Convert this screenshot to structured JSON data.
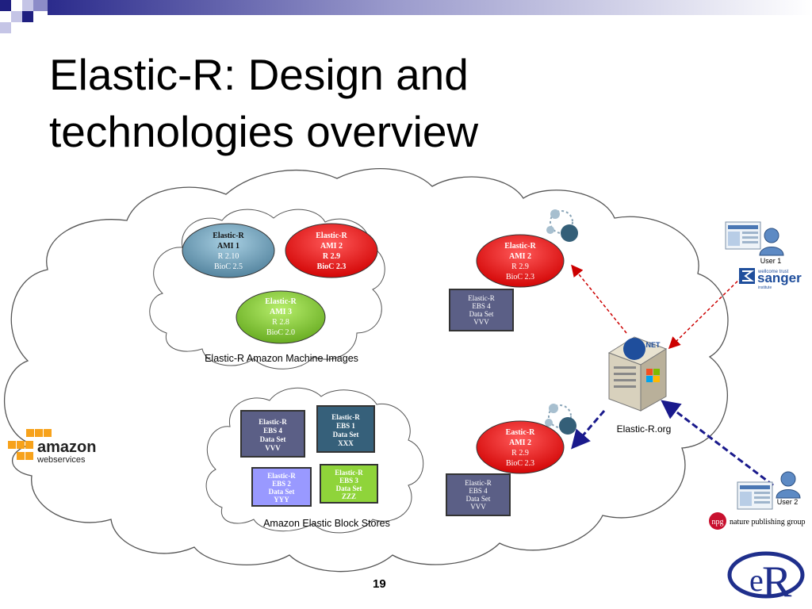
{
  "slide": {
    "title_line1": "Elastic-R: Design and",
    "title_line2": "technologies overview",
    "page_number": "19"
  },
  "ami_group": {
    "label": "Elastic-R Amazon Machine Images",
    "amis": [
      {
        "l1": "Elastic-R",
        "l2": "AMI 1",
        "l3": "R 2.10",
        "l4": "BioC 2.5",
        "color": "#6fa3bd"
      },
      {
        "l1": "Elastic-R",
        "l2": "AMI 2",
        "l3": "R 2.9",
        "l4": "BioC 2.3",
        "color": "#ff1a1a"
      },
      {
        "l1": "Elastic-R",
        "l2": "AMI 3",
        "l3": "R 2.8",
        "l4": "BioC 2.0",
        "color": "#8fd43a"
      }
    ]
  },
  "ebs_group": {
    "label": "Amazon Elastic Block Stores",
    "stores": [
      {
        "l1": "Elastic-R",
        "l2": "EBS 4",
        "l3": "Data Set",
        "l4": "VVV",
        "color": "#5b5f86"
      },
      {
        "l1": "Elastic-R",
        "l2": "EBS 1",
        "l3": "Data Set",
        "l4": "XXX",
        "color": "#36607a"
      },
      {
        "l1": "Elastic-R",
        "l2": "EBS 2",
        "l3": "Data Set",
        "l4": "YYY",
        "color": "#9999ff"
      },
      {
        "l1": "Elastic-R",
        "l2": "EBS 3",
        "l3": "Data Set",
        "l4": "ZZZ",
        "color": "#8fd43a"
      }
    ]
  },
  "instances": [
    {
      "l1": "Elastic-R",
      "l2": "AMI 2",
      "l3": "R 2.9",
      "l4": "BioC 2.3",
      "ebs": {
        "l1": "Elastic-R",
        "l2": "EBS 4",
        "l3": "Data Set",
        "l4": "VVV"
      }
    },
    {
      "l1": "Eastic-R",
      "l2": "AMI 2",
      "l3": "R 2.9",
      "l4": "BioC 2.3",
      "ebs": {
        "l1": "Elastic-R",
        "l2": "EBS 4",
        "l3": "Data Set",
        "l4": "VVV"
      }
    }
  ],
  "server": {
    "label": "Elastic-R.org",
    "badge": ".NET"
  },
  "users": [
    {
      "label": "User 1",
      "org": "sanger",
      "org_small1": "wellcome trust",
      "org_small2": "institute"
    },
    {
      "label": "User 2",
      "org": "nature publishing group",
      "org_prefix": "npg"
    }
  ],
  "amazon_logo": {
    "text1": "amazon",
    "text2": "webservices"
  },
  "er_logo": {
    "text_e": "e",
    "text_r": "R"
  },
  "colors": {
    "red_arrow": "#cc0000",
    "blue_arrow": "#1a1a8c",
    "brand_blue": "#1f2f8c"
  }
}
